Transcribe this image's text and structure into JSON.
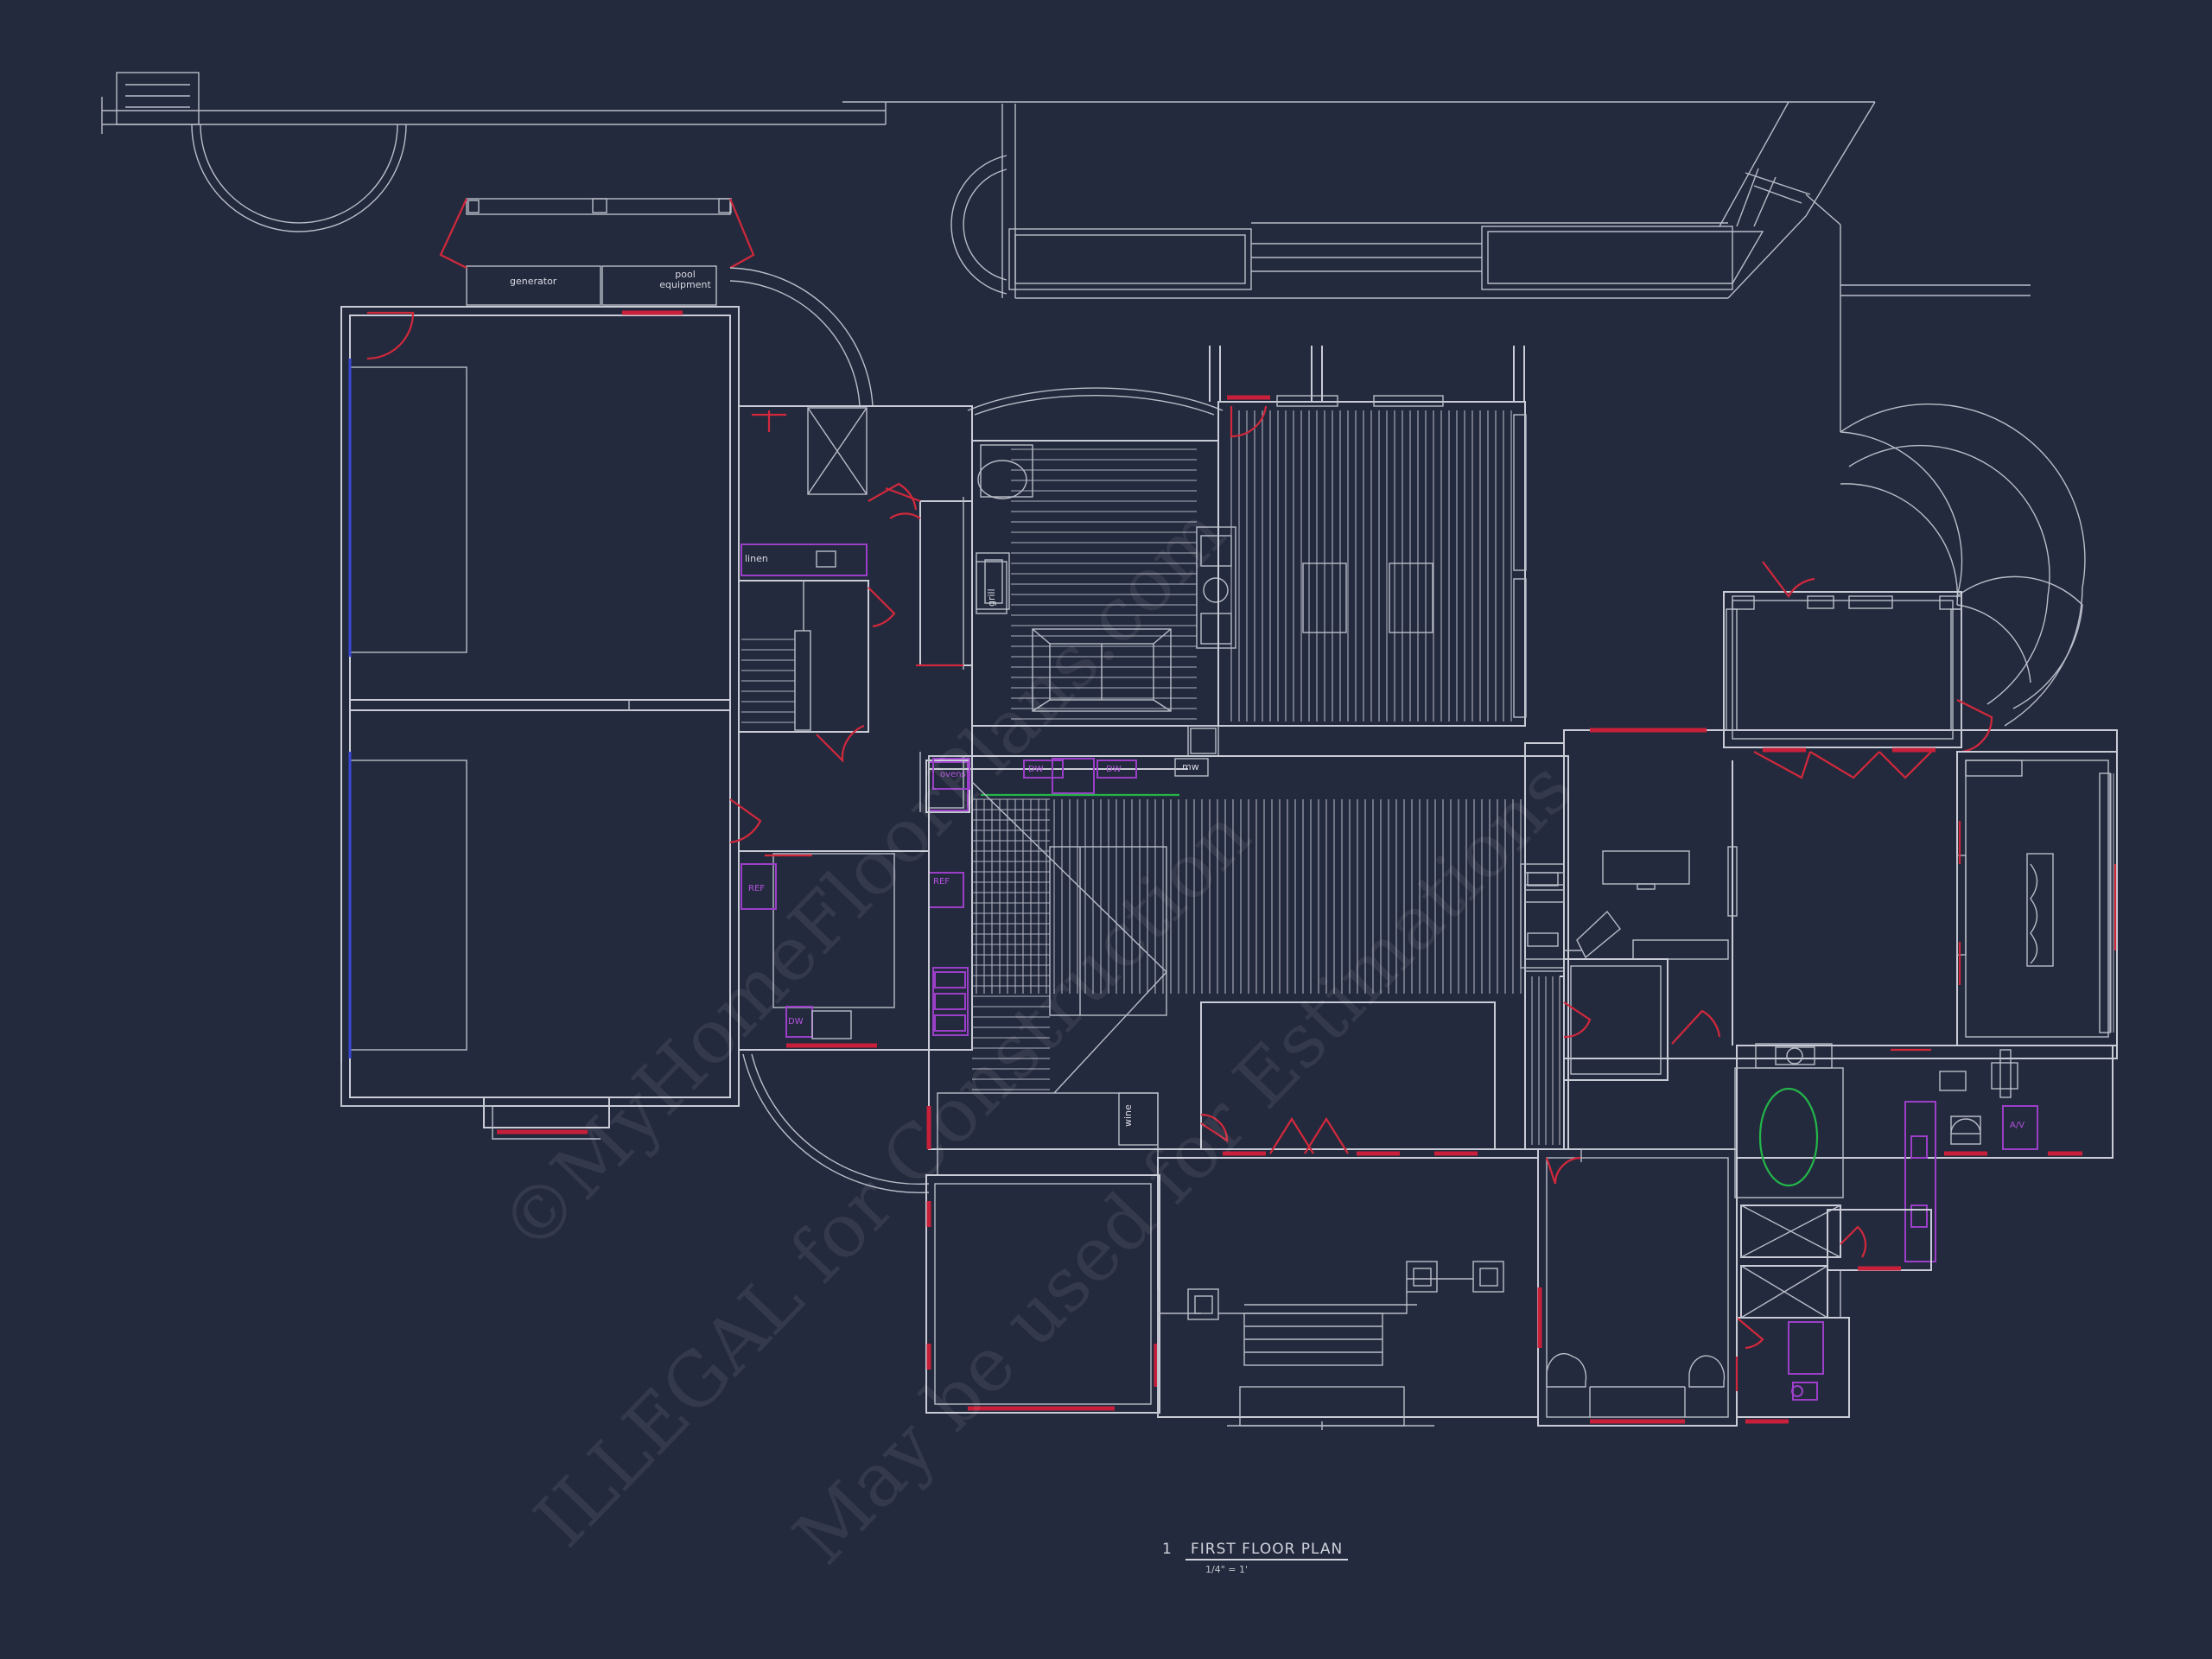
{
  "plan": {
    "title": "FIRST FLOOR PLAN",
    "title_number": "1",
    "scale": "1/4\" = 1'"
  },
  "room_labels": {
    "generator": "generator",
    "pool_equipment": "pool equipment",
    "linen": "linen",
    "grill": "grill",
    "wine": "wine",
    "mw": "mw",
    "oven": "ovens",
    "ref1": "REF",
    "ref2": "REF",
    "dw1": "DW",
    "dw2": "DW",
    "dw3": "DW",
    "av": "A/V"
  },
  "watermark": {
    "line1": "©MyHomeFloorPlans.com",
    "line2": "ILLEGAL for Construction",
    "line3": "May be used for Estimations"
  },
  "colors": {
    "background": "#242a3d",
    "walls": "#c9ccd6",
    "doors": "#d2283c",
    "windows": "#c8203a",
    "fixtures": "#9b3fc8",
    "storefront": "#3a48d8",
    "tub": "#23b54a"
  }
}
